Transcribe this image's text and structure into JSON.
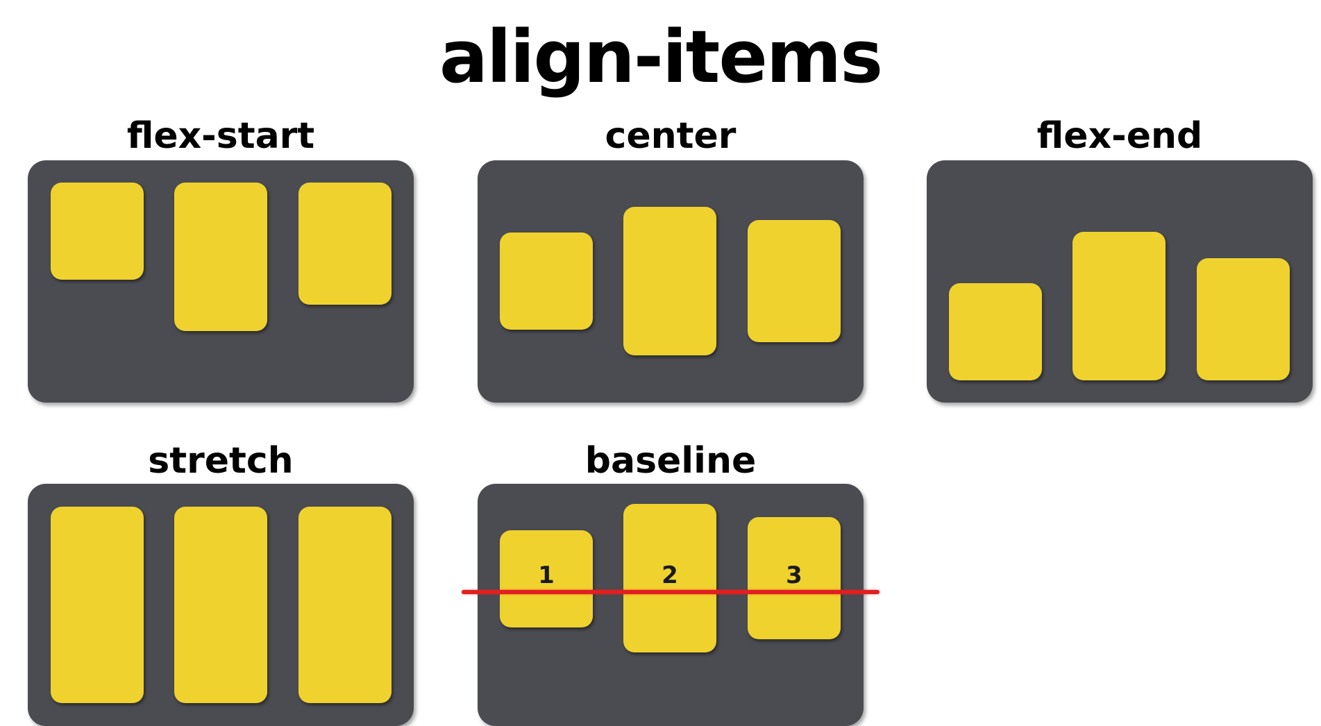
{
  "title": "align-items",
  "colors": {
    "panel": "#4a4c51",
    "box": "#efd22e",
    "baseline": "#e02020"
  },
  "panels": [
    {
      "label": "flex-start"
    },
    {
      "label": "center"
    },
    {
      "label": "flex-end"
    },
    {
      "label": "stretch"
    },
    {
      "label": "baseline",
      "box_labels": [
        "1",
        "2",
        "3"
      ]
    }
  ]
}
